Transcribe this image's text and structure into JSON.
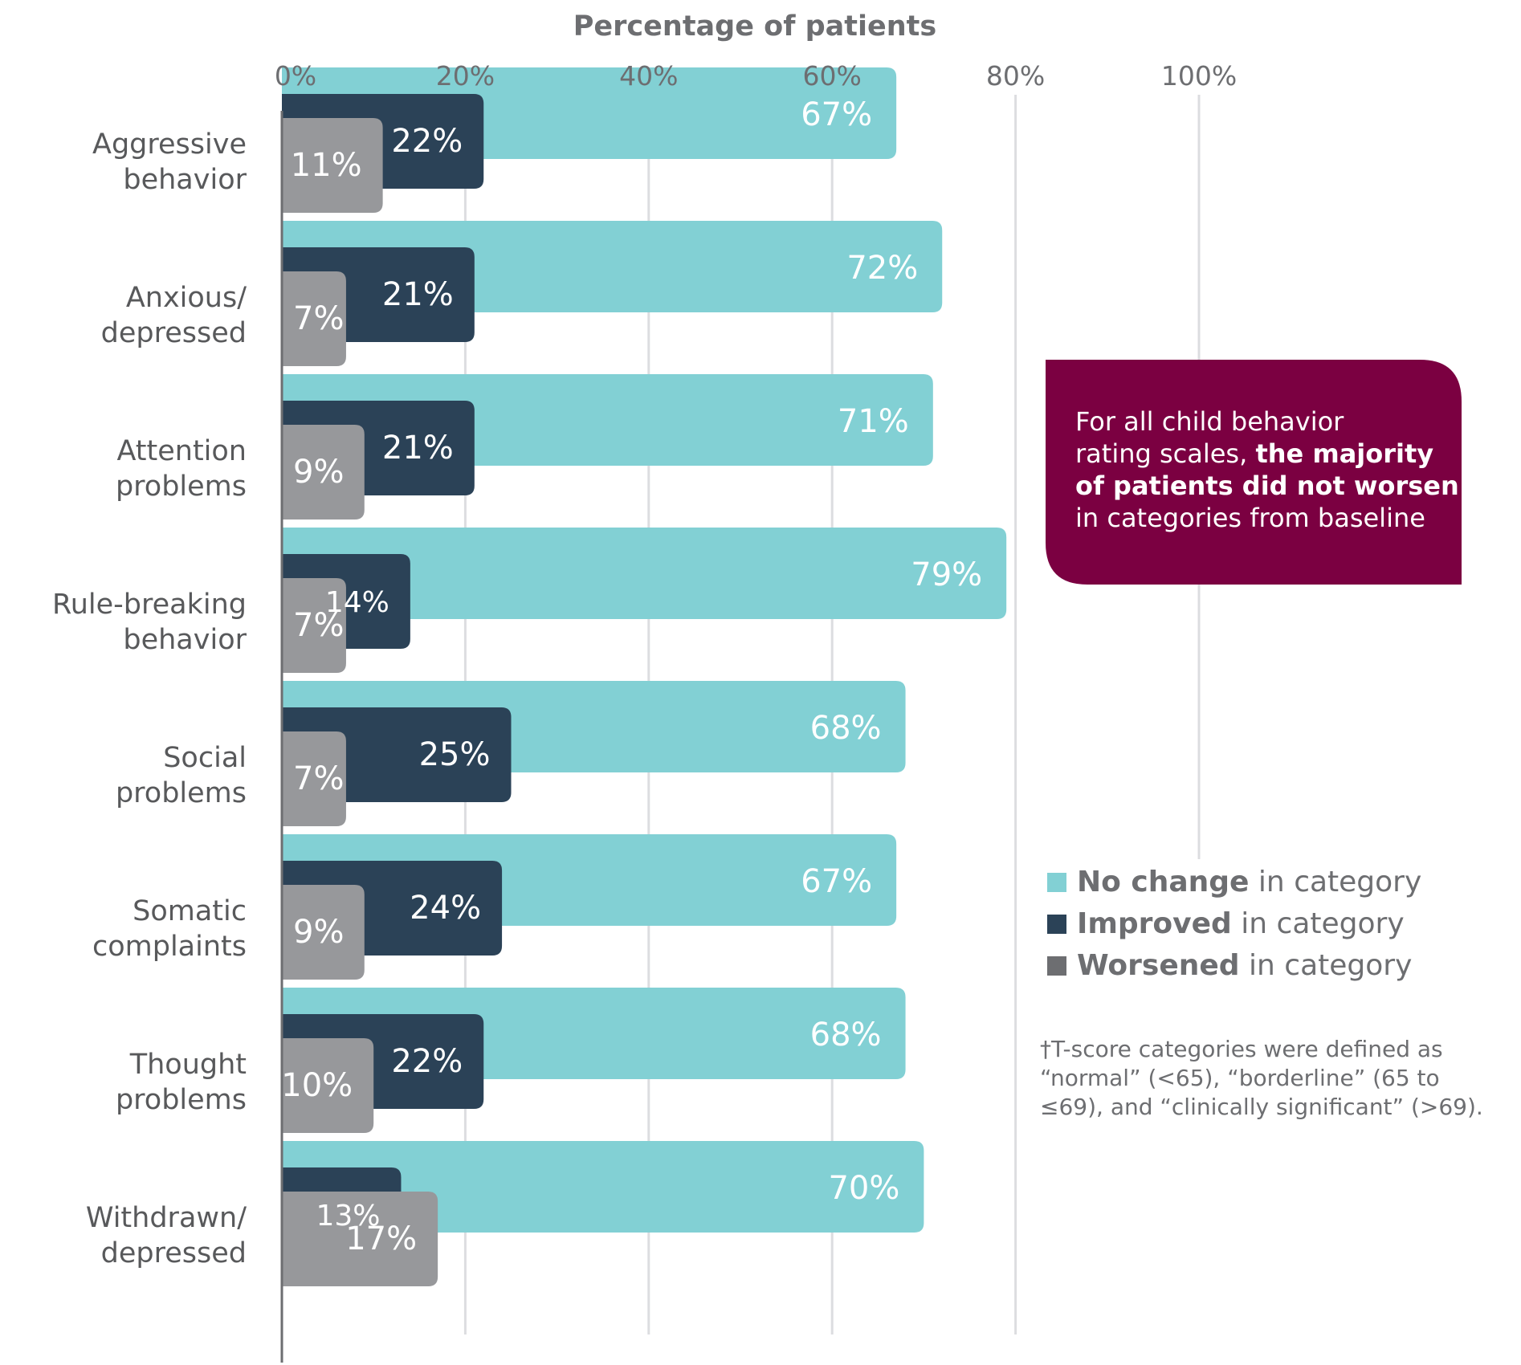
{
  "chart_data": {
    "type": "bar",
    "orientation": "horizontal",
    "title": "",
    "xlabel": "Percentage of patients",
    "ylabel": "",
    "xlim": [
      0,
      100
    ],
    "x_ticks": [
      "0%",
      "20%",
      "40%",
      "60%",
      "80%",
      "100%"
    ],
    "grid": true,
    "categories": [
      [
        "Aggressive",
        "behavior"
      ],
      [
        "Anxious/",
        "depressed"
      ],
      [
        "Attention",
        "problems"
      ],
      [
        "Rule-breaking",
        "behavior"
      ],
      [
        "Social",
        "problems"
      ],
      [
        "Somatic",
        "complaints"
      ],
      [
        "Thought",
        "problems"
      ],
      [
        "Withdrawn/",
        "depressed"
      ]
    ],
    "series": [
      {
        "name": "No change",
        "color": "#82d0d4",
        "values": [
          67,
          72,
          71,
          79,
          68,
          67,
          68,
          70
        ],
        "labels": [
          "67%",
          "72%",
          "71%",
          "79%",
          "68%",
          "67%",
          "68%",
          "70%"
        ]
      },
      {
        "name": "Improved",
        "color": "#2b4257",
        "values": [
          22,
          21,
          21,
          14,
          25,
          24,
          22,
          13
        ],
        "labels": [
          "22%",
          "21%",
          "21%",
          "14%",
          "25%",
          "24%",
          "22%",
          "13%"
        ]
      },
      {
        "name": "Worsened",
        "color": "#97989b",
        "values": [
          11,
          7,
          9,
          7,
          7,
          9,
          10,
          17
        ],
        "labels": [
          "11%",
          "7%",
          "9%",
          "7%",
          "7%",
          "9%",
          "10%",
          "17%"
        ]
      }
    ],
    "legend": {
      "placement": "right",
      "entries": [
        {
          "bold": "No change",
          "rest": " in category",
          "color": "#82d0d4"
        },
        {
          "bold": "Improved",
          "rest": " in category",
          "color": "#2b4257"
        },
        {
          "bold": "Worsened",
          "rest": " in category",
          "color": "#6d6e71"
        }
      ]
    },
    "callout": {
      "color": "#7b0041",
      "lines": [
        [
          {
            "t": "For all child behavior",
            "b": false
          }
        ],
        [
          {
            "t": "rating scales, ",
            "b": false
          },
          {
            "t": "the majority",
            "b": true
          }
        ],
        [
          {
            "t": "of patients did not worsen",
            "b": true
          }
        ],
        [
          {
            "t": "in categories from baseline",
            "b": false
          }
        ]
      ]
    },
    "footnote": [
      "†T-score categories were defined as",
      "“normal” (<65), “borderline” (65 to",
      "≤69), and “clinically significant” (>69)."
    ]
  }
}
